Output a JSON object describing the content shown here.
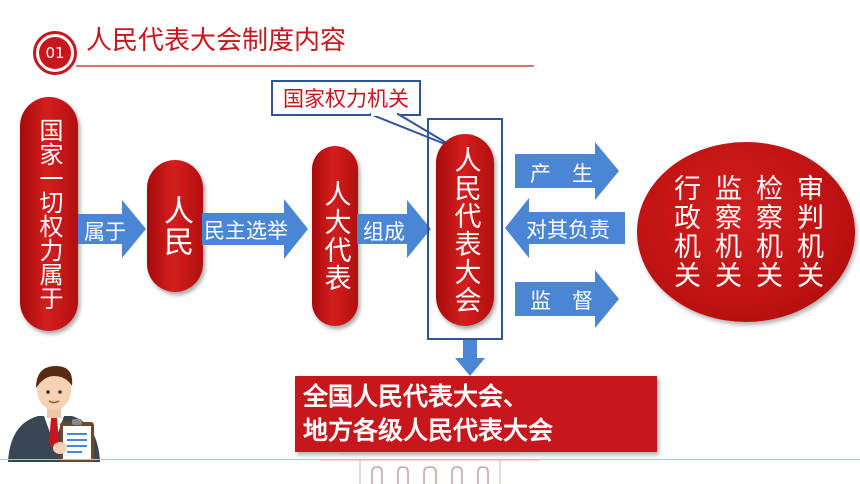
{
  "header": {
    "badge": "01",
    "title": "人民代表大会制度内容"
  },
  "callout": "国家权力机关",
  "nodes": {
    "state_power": "国家一切权力属于",
    "people": "人民",
    "deputies": "人大代表",
    "congress": "人民代表大会"
  },
  "arrows": {
    "belongs": "属于",
    "elect": "民主选举",
    "form": "组成",
    "produce": "产　生",
    "responsible": "对其负责",
    "supervise": "监　督"
  },
  "organs": [
    "行政机关",
    "监察机关",
    "检察机关",
    "审判机关"
  ],
  "result": {
    "line1": "全国人民代表大会、",
    "line2": "地方各级人民代表大会"
  },
  "colors": {
    "red": "#c8161d",
    "dark_red": "#a50a0a",
    "blue": "#4a86d4",
    "frame_blue": "#2d5597"
  }
}
